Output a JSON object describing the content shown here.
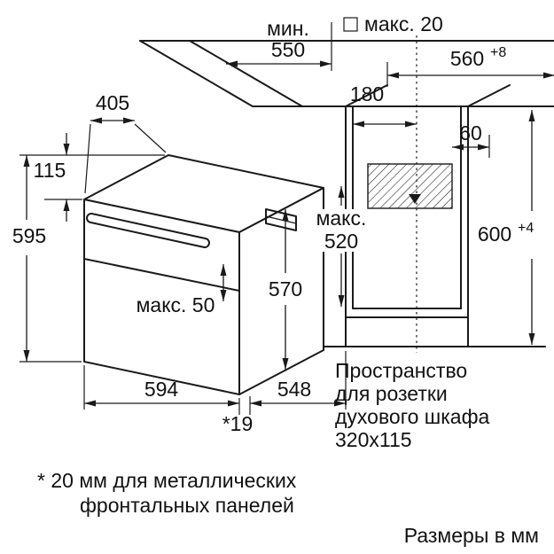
{
  "dims": {
    "min550_prefix": "мин.",
    "min550": "550",
    "max20": "макс. 20",
    "d560": "560",
    "d560_tol": "+8",
    "d405": "405",
    "d115": "115",
    "d595": "595",
    "d180": "180",
    "d60": "60",
    "d600": "600",
    "d600_tol": "+4",
    "max520_word": "макс.",
    "max520": "520",
    "d570": "570",
    "max50": "макс. 50",
    "d594": "594",
    "d548": "548",
    "star19": "*19"
  },
  "socket_note": {
    "line1": "Пространство",
    "line2": "для розетки",
    "line3": "духового шкафа",
    "line4": "320x115"
  },
  "footnote": {
    "line1": "* 20 мм для металлических",
    "line2": "фронтальных панелей"
  },
  "units_label": "Размеры в мм",
  "colors": {
    "line": "#1a1a1a",
    "background": "#ffffff"
  }
}
